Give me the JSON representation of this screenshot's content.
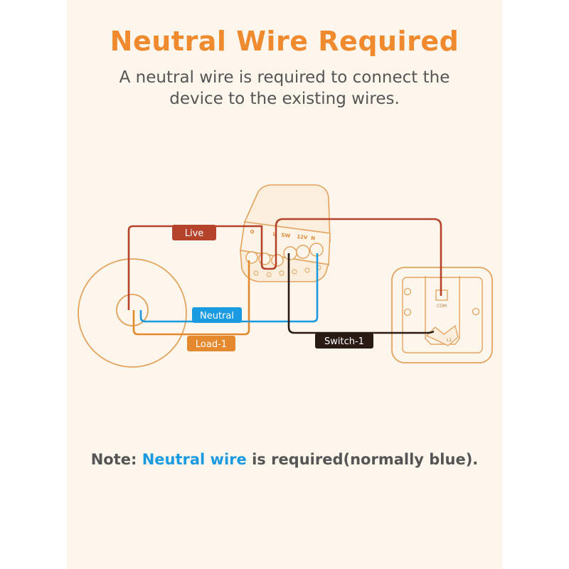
{
  "title": "Neutral Wire Required",
  "subtitle": {
    "line1": "A neutral wire is required to connect the",
    "line2": "device to the existing wires."
  },
  "wires": {
    "live": {
      "label": "Live",
      "color": "#b5432c"
    },
    "neutral": {
      "label": "Neutral",
      "color": "#1a9ae0"
    },
    "load": {
      "label": "Load-1",
      "color": "#e5892f"
    },
    "switch": {
      "label": "Switch-1",
      "color": "#2a1a14"
    }
  },
  "module": {
    "terminals": [
      "O",
      "L",
      "SW",
      "12V",
      "N"
    ]
  },
  "wall_switch": {
    "terminals": [
      "COM",
      "L1"
    ]
  },
  "note": {
    "prefix": "Note: ",
    "highlight": "Neutral wire",
    "suffix": " is required(normally blue)."
  },
  "colors": {
    "accent": "#ef8a2e",
    "outline": "#e3a35c",
    "background": "#fdf6ec"
  }
}
